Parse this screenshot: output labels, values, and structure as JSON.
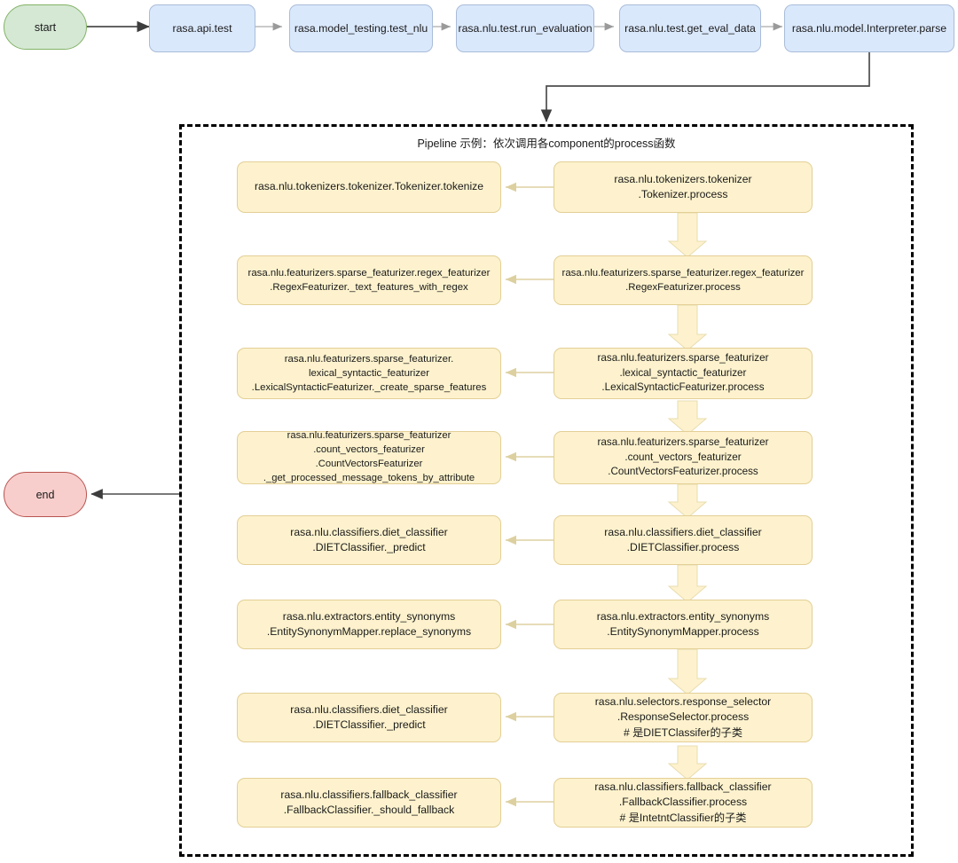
{
  "diagram": {
    "title": "rasa NLU interpreter parse call flow",
    "colors": {
      "start_fill": "#d5e8d4",
      "start_stroke": "#82b366",
      "end_fill": "#f8cecc",
      "end_stroke": "#b85450",
      "call_fill": "#dae8fc",
      "call_stroke": "#a9bcd8",
      "pipeline_fill": "#fdf2cd",
      "pipeline_stroke": "#e3cf96",
      "container_stroke": "#000000",
      "dark_edge": "#4d4d4d",
      "light_edge": "#d6c98f"
    },
    "terminals": {
      "start": "start",
      "end": "end"
    },
    "call_chain": [
      {
        "label": "rasa.api.test"
      },
      {
        "label": "rasa.model_testing.test_nlu"
      },
      {
        "label": "rasa.nlu.test.run_evaluation"
      },
      {
        "label": "rasa.nlu.test.get_eval_data"
      },
      {
        "label": "rasa.nlu.model.Interpreter.parse"
      }
    ],
    "pipeline": {
      "title": "Pipeline 示例：依次调用各component的process函数",
      "rows": [
        {
          "right": [
            "rasa.nlu.tokenizers.tokenizer",
            ".Tokenizer.process"
          ],
          "left": [
            "rasa.nlu.tokenizers.tokenizer.Tokenizer.tokenize"
          ]
        },
        {
          "right": [
            "rasa.nlu.featurizers.sparse_featurizer.regex_featurizer",
            ".RegexFeaturizer.process"
          ],
          "left": [
            "rasa.nlu.featurizers.sparse_featurizer.regex_featurizer",
            ".RegexFeaturizer._text_features_with_regex"
          ]
        },
        {
          "right": [
            "rasa.nlu.featurizers.sparse_featurizer",
            ".lexical_syntactic_featurizer",
            ".LexicalSyntacticFeaturizer.process"
          ],
          "left": [
            "rasa.nlu.featurizers.sparse_featurizer.",
            "lexical_syntactic_featurizer",
            ".LexicalSyntacticFeaturizer._create_sparse_features"
          ]
        },
        {
          "right": [
            "rasa.nlu.featurizers.sparse_featurizer",
            ".count_vectors_featurizer",
            ".CountVectorsFeaturizer.process"
          ],
          "left": [
            "rasa.nlu.featurizers.sparse_featurizer",
            ".count_vectors_featurizer",
            ".CountVectorsFeaturizer",
            "._get_processed_message_tokens_by_attribute"
          ]
        },
        {
          "right": [
            "rasa.nlu.classifiers.diet_classifier",
            ".DIETClassifier.process"
          ],
          "left": [
            "rasa.nlu.classifiers.diet_classifier",
            ".DIETClassifier._predict"
          ]
        },
        {
          "right": [
            "rasa.nlu.extractors.entity_synonyms",
            ".EntitySynonymMapper.process"
          ],
          "left": [
            "rasa.nlu.extractors.entity_synonyms",
            ".EntitySynonymMapper.replace_synonyms"
          ]
        },
        {
          "right": [
            "rasa.nlu.selectors.response_selector",
            ".ResponseSelector.process",
            "# 是DIETClassifer的子类"
          ],
          "left": [
            "rasa.nlu.classifiers.diet_classifier",
            ".DIETClassifier._predict"
          ]
        },
        {
          "right": [
            "rasa.nlu.classifiers.fallback_classifier",
            ".FallbackClassifier.process",
            "# 是IntetntClassifier的子类"
          ],
          "left": [
            "rasa.nlu.classifiers.fallback_classifier",
            ".FallbackClassifier._should_fallback"
          ]
        }
      ]
    }
  }
}
